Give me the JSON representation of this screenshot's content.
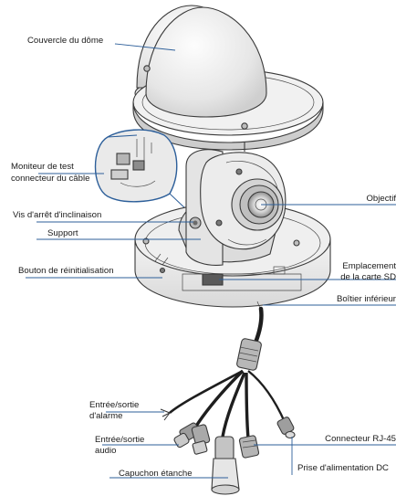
{
  "labels": {
    "dome_cover": "Couvercle du dôme",
    "cable_test_monitor_line1": "Moniteur de test",
    "cable_test_monitor_line2": "connecteur du câble",
    "lens": "Objectif",
    "tilt_lock_screw": "Vis d'arrêt d'inclinaison",
    "support": "Support",
    "reset_button": "Bouton de réinitialisation",
    "sd_slot_line1": "Emplacement",
    "sd_slot_line2": "de la carte SD",
    "bottom_case": "Boîtier inférieur",
    "alarm_io_line1": "Entrée/sortie",
    "alarm_io_line2": "d'alarme",
    "audio_io_line1": "Entrée/sortie",
    "audio_io_line2": "audio",
    "rj45_connector": "Connecteur RJ-45",
    "waterproof_cap": "Capuchon étanche",
    "dc_power_jack": "Prise d'alimentation DC"
  },
  "colors": {
    "leader_line": "#2d5f9a",
    "outline": "#3a3a3a",
    "light_fill": "#f2f2f2",
    "mid_fill": "#d6d6d6",
    "dark_fill": "#9a9a9a"
  }
}
